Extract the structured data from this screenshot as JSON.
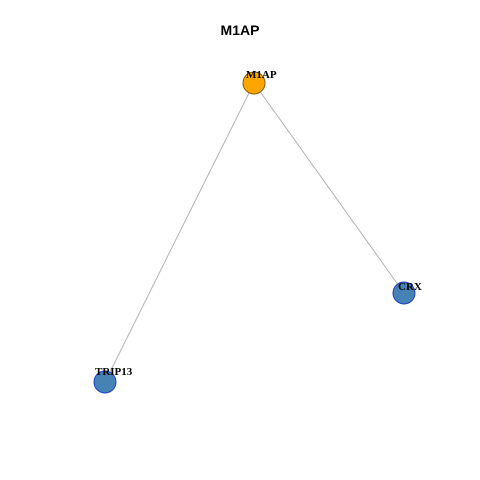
{
  "title": "M1AP",
  "graph": {
    "nodes": [
      {
        "id": "M1AP",
        "label": "M1AP",
        "role": "query",
        "fill": "#FFA500",
        "stroke": "#8B5A00"
      },
      {
        "id": "CRX",
        "label": "CRX",
        "role": "neighbor",
        "fill": "#4682B4",
        "stroke": "#1E3FCC"
      },
      {
        "id": "TRIP13",
        "label": "TRIP13",
        "role": "neighbor",
        "fill": "#4682B4",
        "stroke": "#1E3FCC"
      }
    ],
    "edges": [
      {
        "source": "M1AP",
        "target": "CRX"
      },
      {
        "source": "M1AP",
        "target": "TRIP13"
      }
    ],
    "colors": {
      "edge": "#B3B3B3",
      "query_node": "#FFA500",
      "neighbor_node": "#4682B4"
    }
  }
}
